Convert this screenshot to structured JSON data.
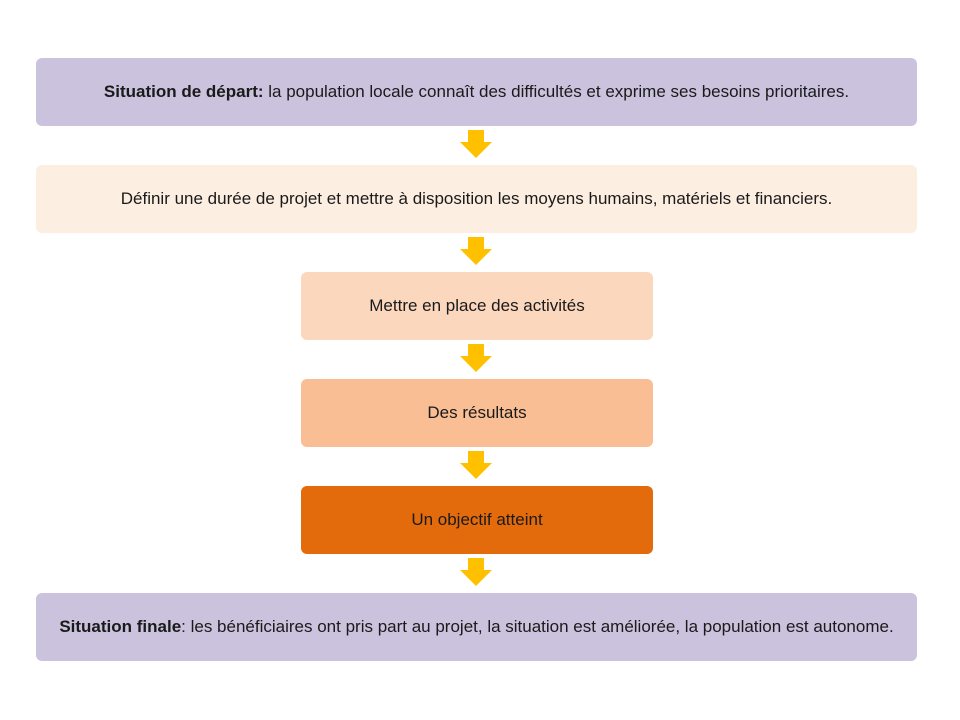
{
  "steps": [
    {
      "bold": "Situation  de  départ:",
      "text": "  la population locale connaît des difficultés et exprime ses besoins prioritaires."
    },
    {
      "text": "Définir une durée de projet et mettre à disposition les moyens humains, matériels et financiers."
    },
    {
      "text": "Mettre en place des activités"
    },
    {
      "text": "Des résultats"
    },
    {
      "text": "Un objectif atteint"
    },
    {
      "bold": "Situation  finale",
      "text": ": les bénéficiaires ont pris part au projet, la situation est améliorée, la population est autonome."
    }
  ],
  "colors": {
    "purple": "#cbc2dd",
    "peach_light": "#fdeee2",
    "peach": "#fbd7bd",
    "orange_light": "#f9be93",
    "orange": "#e36b0c",
    "arrow": "#ffc000"
  },
  "arrow_icon": "down-arrow-icon"
}
